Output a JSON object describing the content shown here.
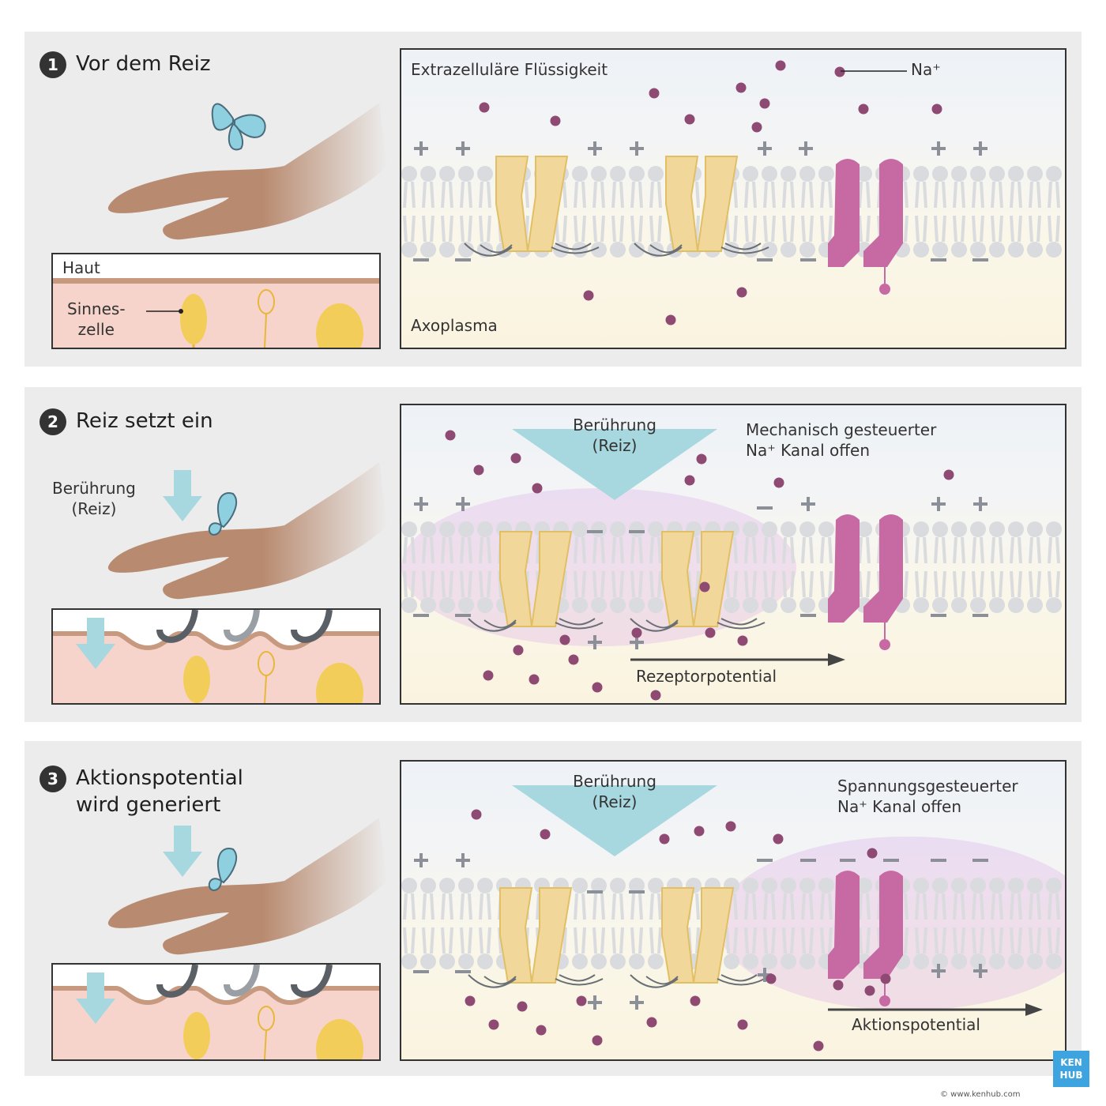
{
  "steps": [
    {
      "number": "1",
      "title": "Vor dem Reiz"
    },
    {
      "number": "2",
      "title": "Reiz setzt ein"
    },
    {
      "number": "3",
      "title": "Aktionspotential\nwird generiert"
    }
  ],
  "panel1": {
    "extracellular": "Extrazelluläre Flüssigkeit",
    "na_label": "Na⁺",
    "axoplasm": "Axoplasma",
    "skin_label": "Haut",
    "sense_cell_label": "Sinnes-\nzelle"
  },
  "panel2": {
    "touch_left": "Berührung\n(Reiz)",
    "touch_arrow": "Berührung\n(Reiz)",
    "channel_label": "Mechanisch gesteuerter\nNa⁺ Kanal offen",
    "potential_label": "Rezeptorpotential"
  },
  "panel3": {
    "touch_arrow": "Berührung\n(Reiz)",
    "channel_label": "Spannungsgesteuerter\nNa⁺ Kanal offen",
    "potential_label": "Aktionspotential"
  },
  "logo": {
    "line1": "KEN",
    "line2": "HUB"
  },
  "copyright": "© www.kenhub.com",
  "watermark": "© www.kenhub.com",
  "colors": {
    "sodium": "#8e4a72",
    "mech_channel": "#f1d89a",
    "volt_channel": "#c76aa3",
    "arrow": "#a7d8df",
    "skin": "#f6d4cc",
    "hand": "#b88a6f",
    "butterfly": "#8fd0e0"
  }
}
